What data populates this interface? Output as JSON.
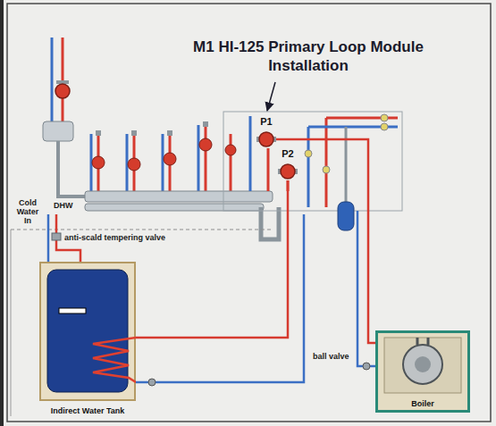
{
  "diagram": {
    "title": "M1 HI-125 Primary Loop Module Installation",
    "nodes": [
      {
        "text": [
          "P1"
        ]
      },
      {
        "text": [
          "P2"
        ]
      },
      {
        "text": [
          "Indirect Water Tank"
        ]
      },
      {
        "text": [
          "Boiler"
        ]
      }
    ],
    "edges": [
      {
        "from": 2,
        "to": 1,
        "arrow": "none"
      },
      {
        "from": 3,
        "to": 0,
        "arrow": "none"
      }
    ],
    "labels": [
      "Cold Water In",
      "DHW",
      "anti-scald tempering valve",
      "ball valve"
    ]
  }
}
